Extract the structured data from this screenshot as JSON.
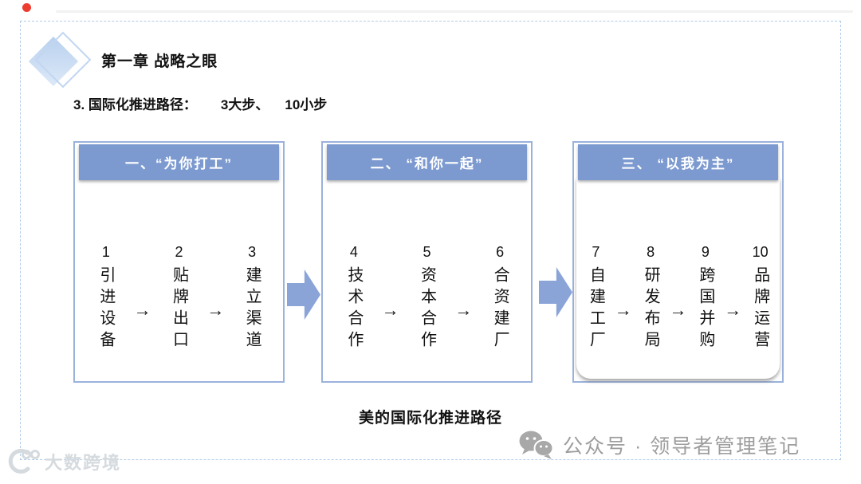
{
  "slide": {
    "chapter_title": "第一章 战略之眼",
    "subtitle": {
      "prefix": "3. 国际化推进路径：",
      "part1": "3大步、",
      "part2": "10小步"
    },
    "caption": "美的国际化推进路径"
  },
  "step_arrow": "→",
  "boxes": [
    {
      "header": "一、“为你打工”",
      "steps": [
        {
          "num": "1",
          "text": "引进设备"
        },
        {
          "num": "2",
          "text": "贴牌出口"
        },
        {
          "num": "3",
          "text": "建立渠道"
        }
      ]
    },
    {
      "header": "二、 “和你一起”",
      "steps": [
        {
          "num": "4",
          "text": "技术合作"
        },
        {
          "num": "5",
          "text": "资本合作"
        },
        {
          "num": "6",
          "text": "合资建厂"
        }
      ]
    },
    {
      "header": "三、 “以我为主”",
      "steps": [
        {
          "num": "7",
          "text": "自建工厂"
        },
        {
          "num": "8",
          "text": "研发布局"
        },
        {
          "num": "9",
          "text": "跨国并购"
        },
        {
          "num": "10",
          "text": "品牌运营"
        }
      ]
    }
  ],
  "watermark_right": {
    "icon": "wechat-icon",
    "text": "公众号 · 领导者管理笔记"
  },
  "watermark_left": {
    "icon": "dashu-kuajing-logo-icon",
    "text": "大数跨境"
  },
  "colors": {
    "header_blue": "#7d9ad0",
    "box_border_blue": "#9bb2dc",
    "big_arrow_blue": "#8aa4d8",
    "dashed_border_blue": "#b0cce9",
    "diamond_fill_blue": "#c4d8f1",
    "watermark_gray": "#9d9d9d",
    "logo_light_gray": "#d5dade",
    "record_dot_red": "#ed3c30"
  }
}
